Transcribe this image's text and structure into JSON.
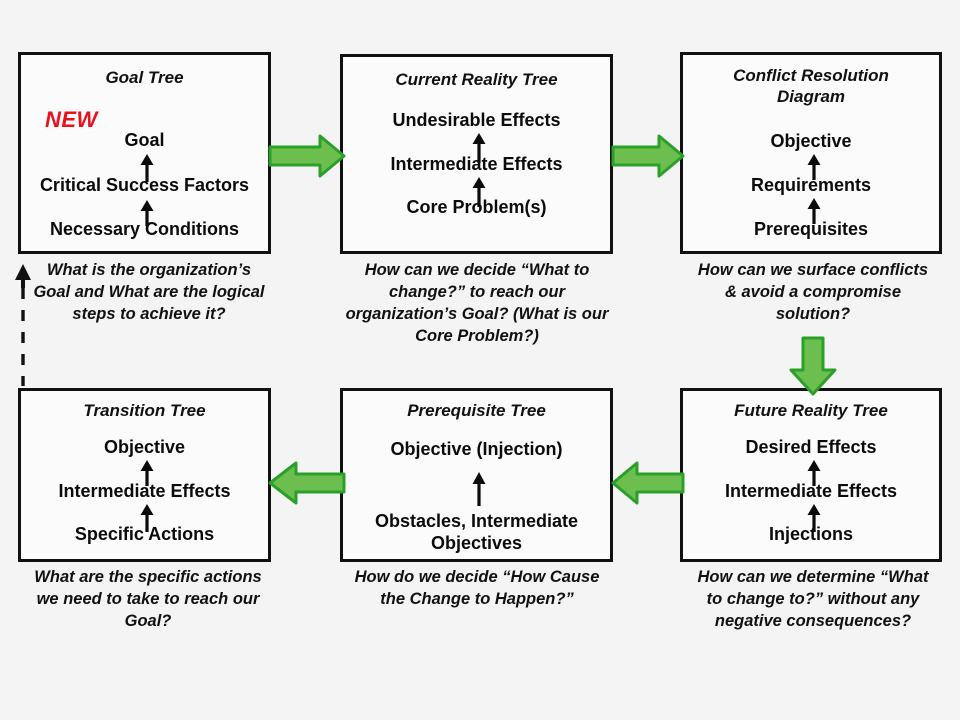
{
  "diagram": {
    "title": "Theory of Constraints Thinking Process Trees",
    "badge": {
      "label": "NEW",
      "color": "#e8111e"
    },
    "accent_green_fill": "#6cbf4f",
    "accent_green_stroke": "#2aa02a",
    "box_border_color": "#111111",
    "background": "#f4f4f4"
  },
  "boxes": [
    {
      "id": "goal-tree",
      "title": "Goal Tree",
      "tiers": [
        "Goal",
        "Critical Success Factors",
        "Necessary Conditions"
      ],
      "caption": "What is the organization’s Goal and What are the logical steps to achieve it?"
    },
    {
      "id": "current-reality-tree",
      "title": "Current Reality Tree",
      "tiers": [
        "Undesirable Effects",
        "Intermediate Effects",
        "Core Problem(s)"
      ],
      "caption": "How can we decide “What  to change?” to reach our organization’s Goal? (What is our Core Problem?)"
    },
    {
      "id": "conflict-resolution-diagram",
      "title": "Conflict Resolution Diagram",
      "tiers": [
        "Objective",
        "Requirements",
        "Prerequisites"
      ],
      "caption": "How can we surface conflicts & avoid a compromise solution?"
    },
    {
      "id": "transition-tree",
      "title": "Transition Tree",
      "tiers": [
        "Objective",
        "Intermediate Effects",
        "Specific Actions"
      ],
      "caption": "What are the specific actions we need to take to reach our Goal?"
    },
    {
      "id": "prerequisite-tree",
      "title": "Prerequisite Tree",
      "tiers": [
        "Objective (Injection)",
        "Obstacles, Intermediate Objectives"
      ],
      "caption": "How do we decide “How Cause  the Change to Happen?”"
    },
    {
      "id": "future-reality-tree",
      "title": "Future Reality Tree",
      "tiers": [
        "Desired Effects",
        "Intermediate Effects",
        "Injections"
      ],
      "caption": "How can we determine “What to change to?” without any negative consequences?"
    }
  ],
  "connectors": [
    {
      "id": "goal-tree-to-current-reality-tree",
      "direction": "right"
    },
    {
      "id": "current-reality-tree-to-conflict-resolution-diagram",
      "direction": "right"
    },
    {
      "id": "conflict-resolution-diagram-to-future-reality-tree",
      "direction": "down"
    },
    {
      "id": "future-reality-tree-to-prerequisite-tree",
      "direction": "left"
    },
    {
      "id": "prerequisite-tree-to-transition-tree",
      "direction": "left"
    },
    {
      "id": "transition-tree-to-goal-tree",
      "direction": "up-dashed"
    }
  ]
}
